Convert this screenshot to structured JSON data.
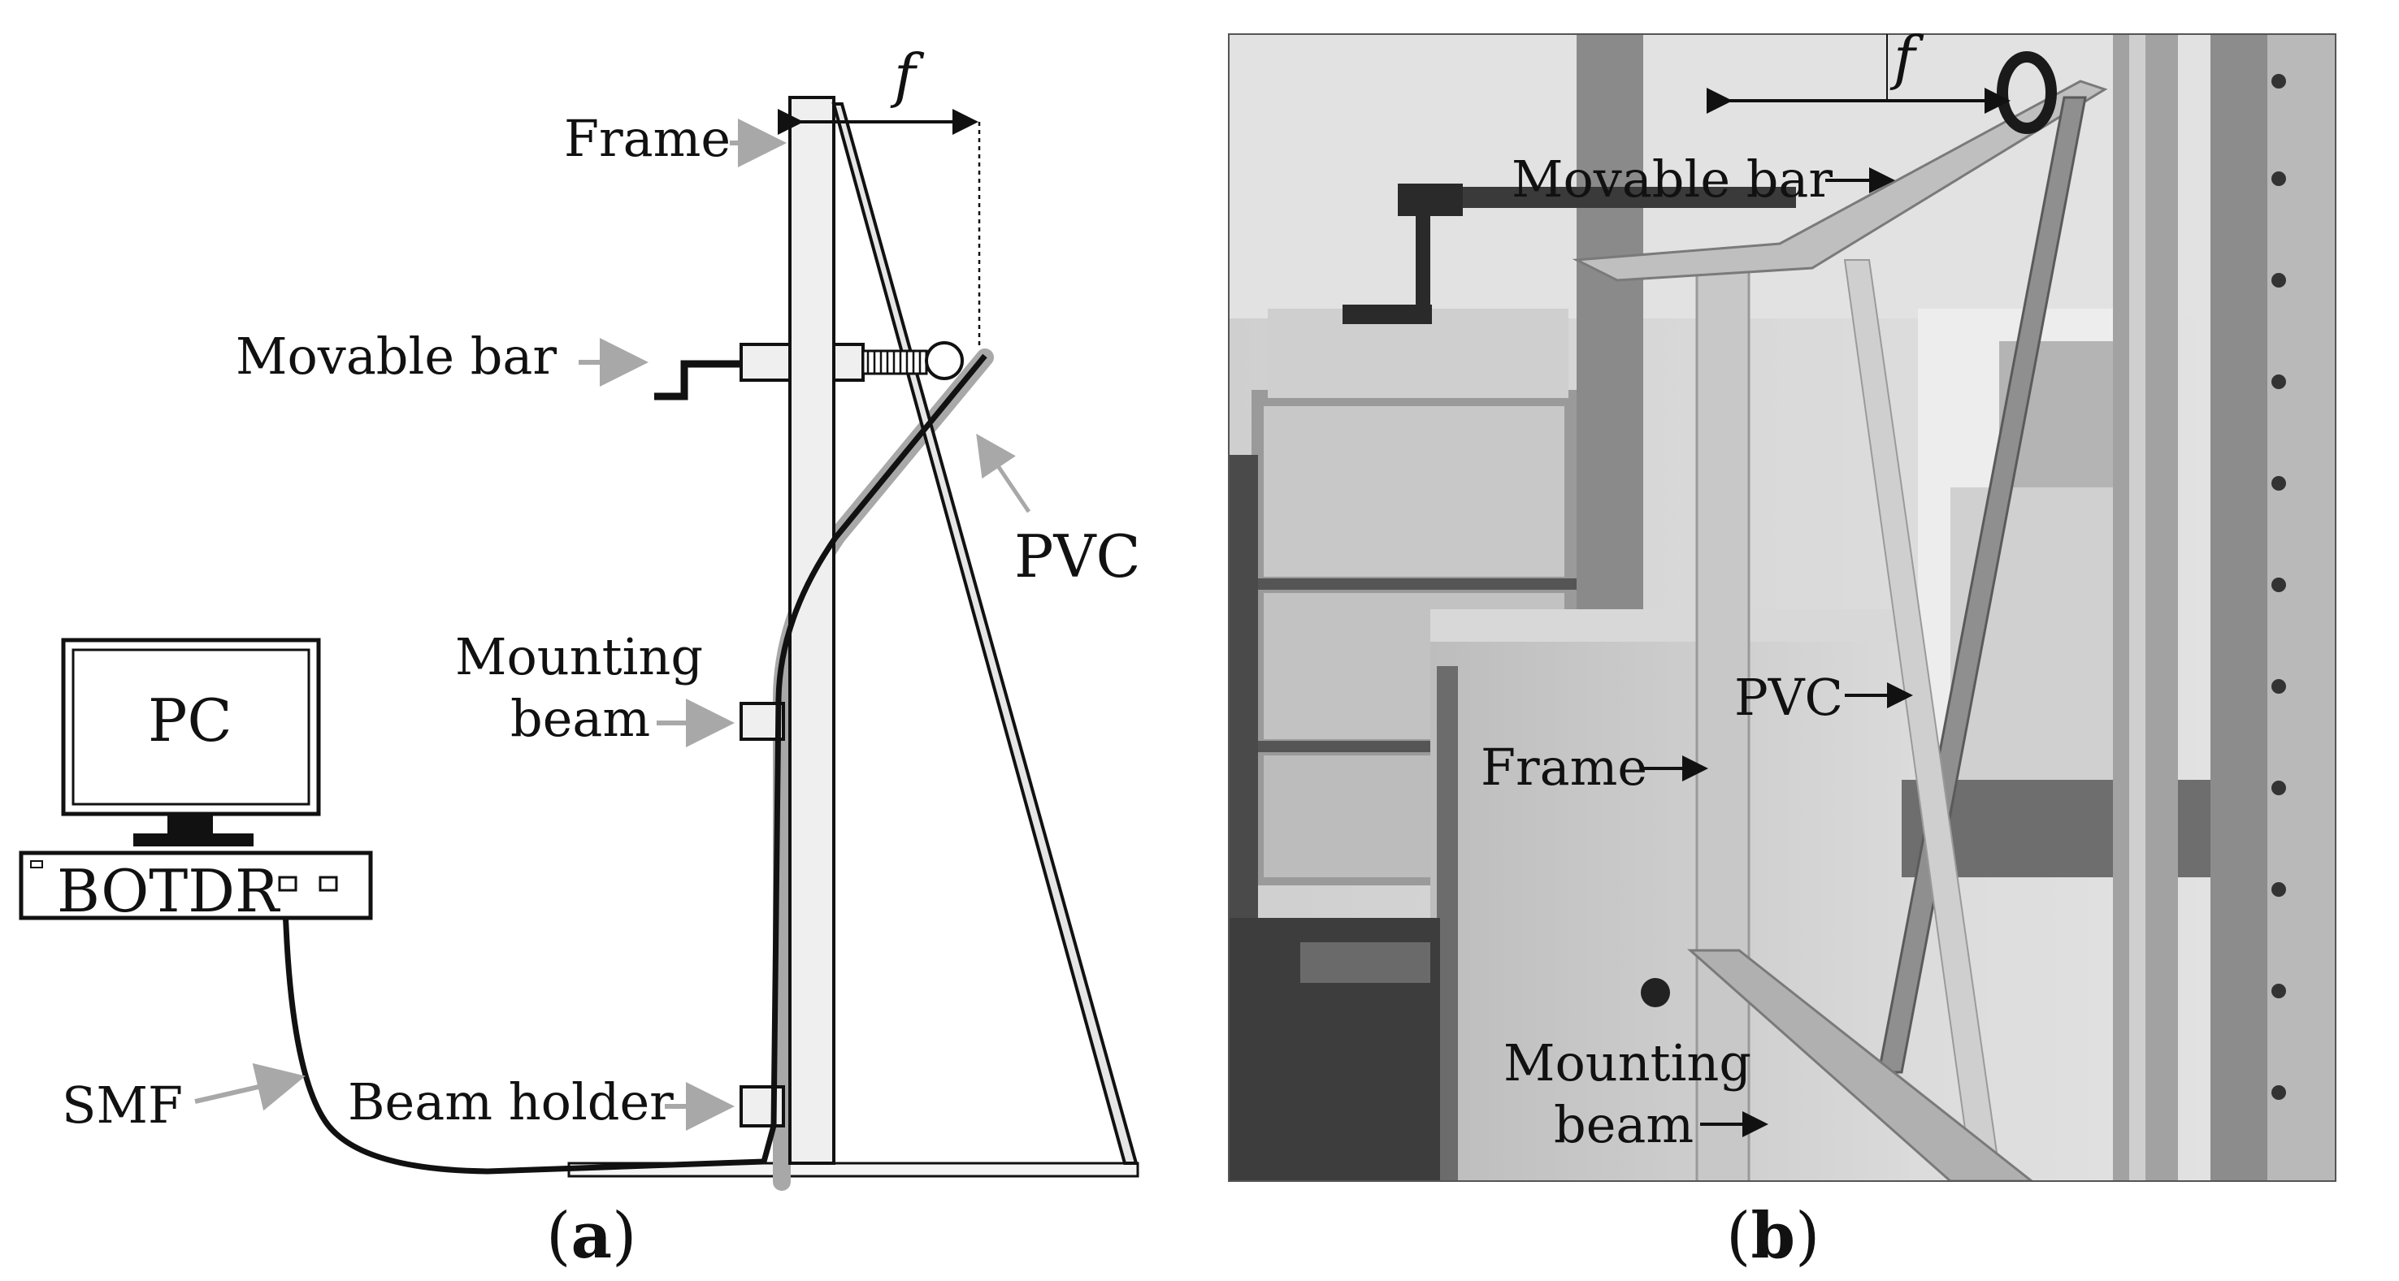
{
  "panel_a": {
    "labels": {
      "frame": "Frame",
      "movable_bar": "Movable bar",
      "pvc": "PVC",
      "mounting": "Mounting",
      "beam": "beam",
      "pc": "PC",
      "botdr": "BOTDR",
      "smf": "SMF",
      "beam_holder": "Beam holder",
      "f": "f"
    },
    "caption": {
      "open": "(",
      "letter": "a",
      "close": ")"
    }
  },
  "panel_b": {
    "labels": {
      "f": "f",
      "movable_bar": "Movable bar",
      "pvc": "PVC",
      "frame": "Frame",
      "mounting": "Mounting",
      "beam": "beam"
    },
    "caption": {
      "open": "(",
      "letter": "b",
      "close": ")"
    }
  },
  "colors": {
    "ink": "#111111",
    "callout_arrow_gray": "#a8a8a8",
    "frame_fill": "#efefef",
    "photo_dark": "#3a3a3a",
    "photo_mid": "#8c8c8c",
    "photo_light": "#d6d6d6"
  }
}
